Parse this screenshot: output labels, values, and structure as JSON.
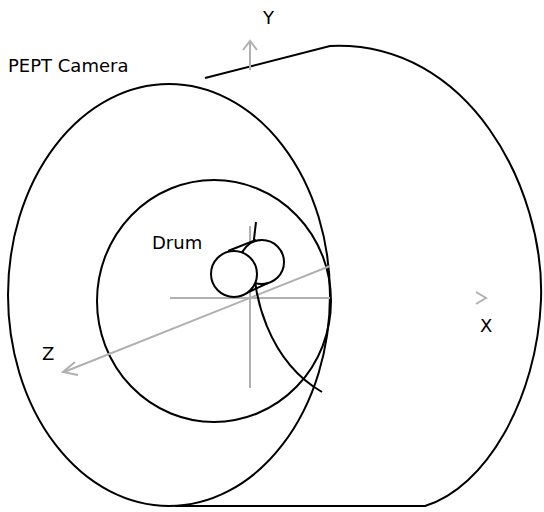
{
  "diagram": {
    "labels": [
      "PEPT Camera",
      "Drum",
      "Y",
      "X",
      "Z"
    ]
  }
}
